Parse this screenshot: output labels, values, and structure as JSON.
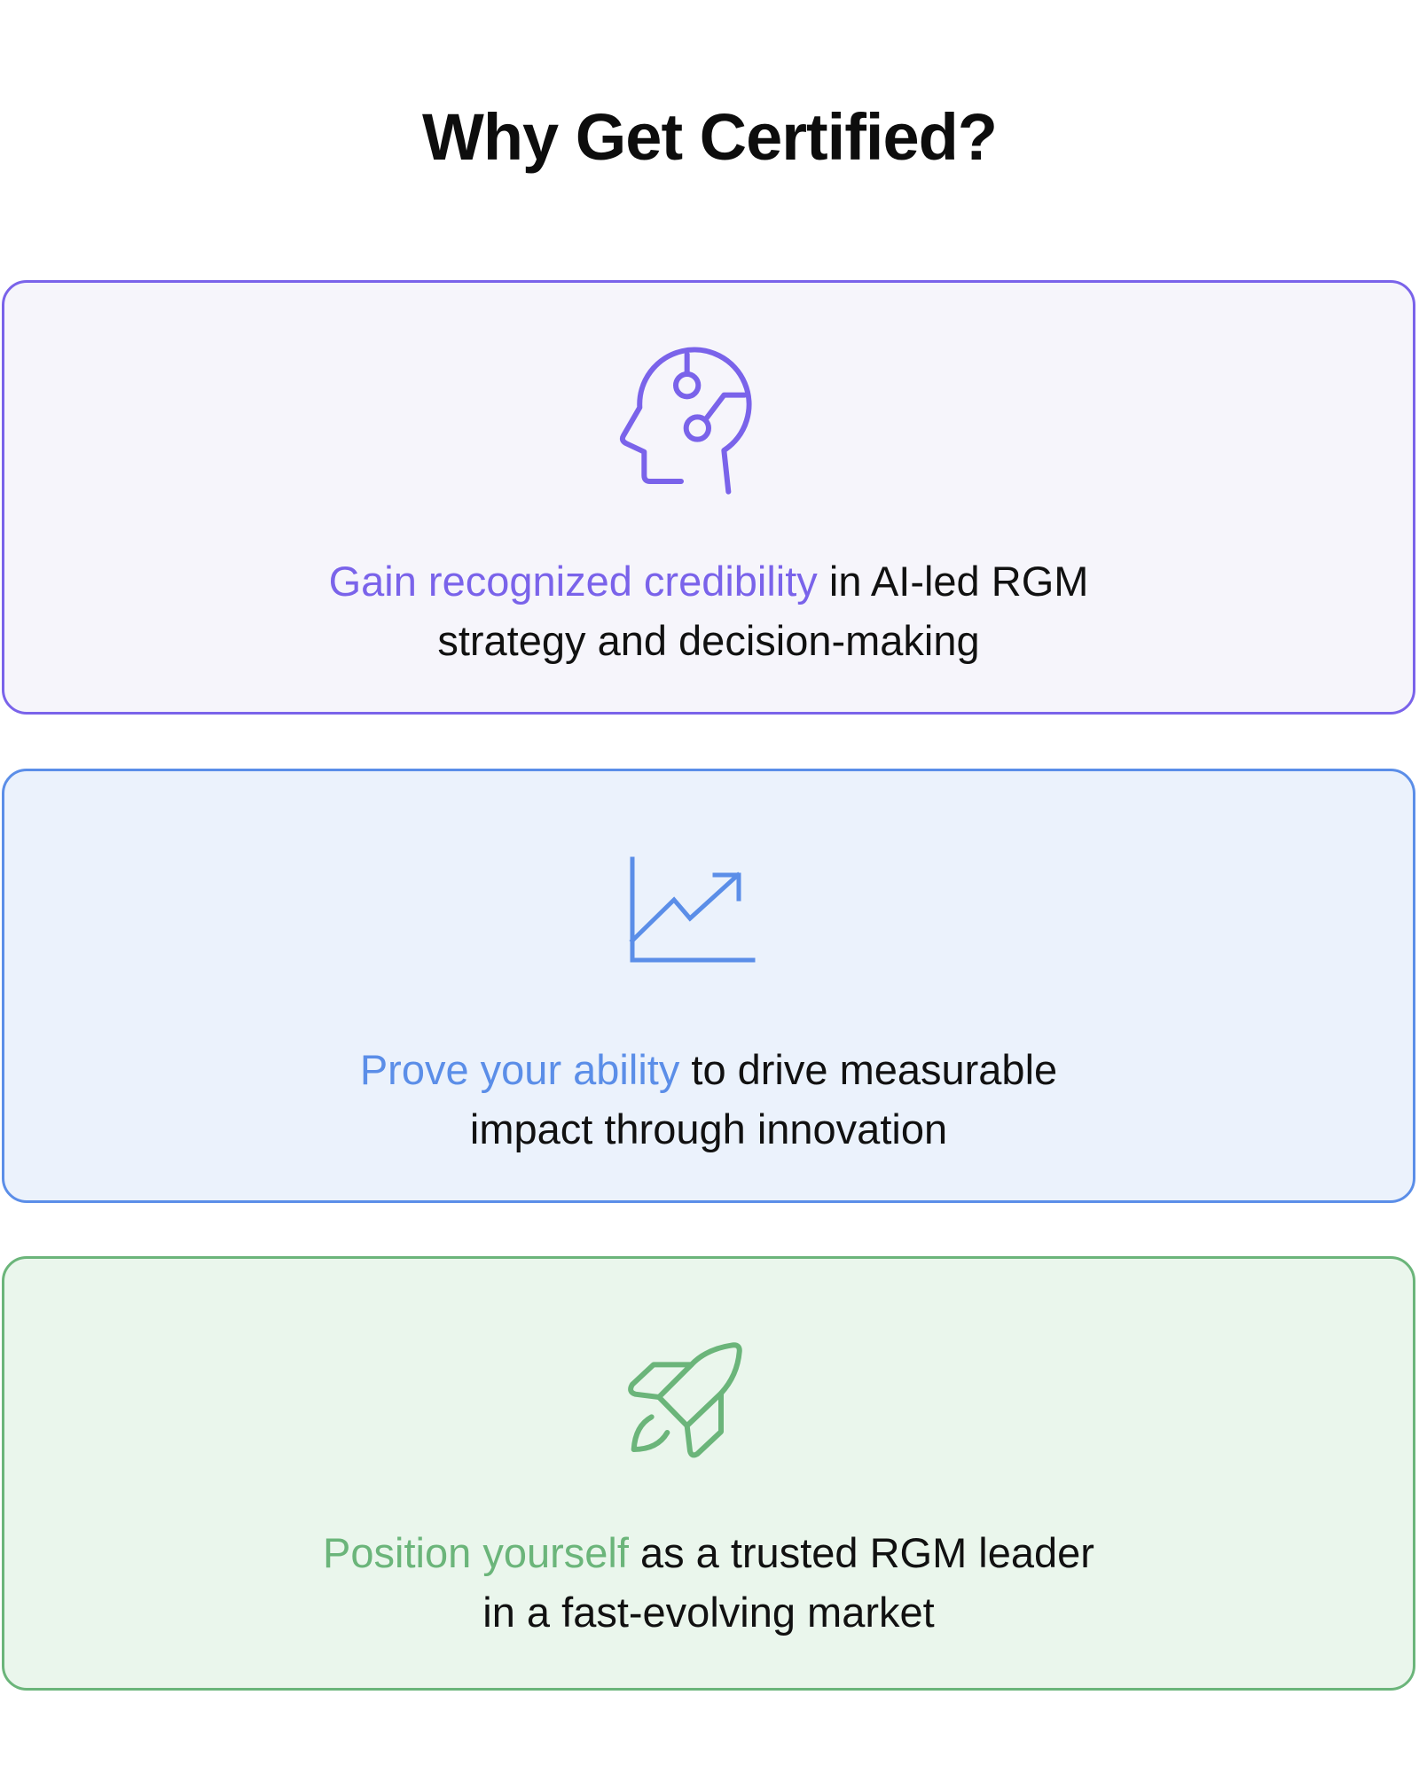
{
  "title": "Why Get Certified?",
  "colors": {
    "purple": "#7a63ea",
    "blue": "#5b8ee8",
    "green": "#6bb57a"
  },
  "cards": [
    {
      "icon": "ai-head-icon",
      "highlight": "Gain recognized credibility",
      "rest": " in AI-led RGM",
      "line2": "strategy and decision-making"
    },
    {
      "icon": "growth-chart-icon",
      "highlight": "Prove your ability",
      "rest": " to drive measurable",
      "line2": "impact through innovation"
    },
    {
      "icon": "rocket-icon",
      "highlight": "Position yourself",
      "rest": " as a trusted RGM leader",
      "line2": "in a fast-evolving market"
    }
  ]
}
